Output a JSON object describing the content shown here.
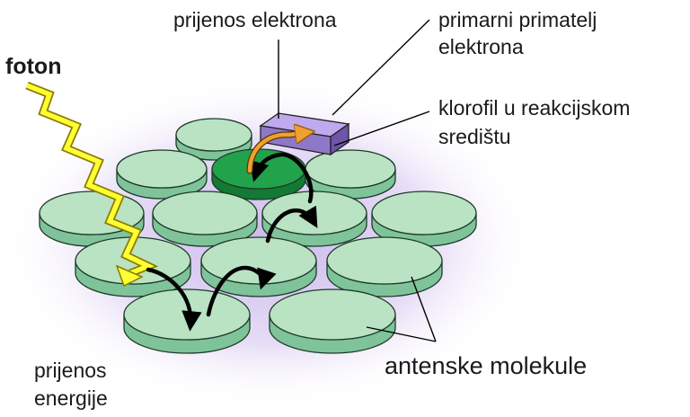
{
  "labels": {
    "foton": "foton",
    "electron_transfer": "prijenos elektrona",
    "primary_acceptor_line1": "primarni primatelj",
    "primary_acceptor_line2": "elektrona",
    "reaction_center_line1": "klorofil u reakcijskom",
    "reaction_center_line2": "središtu",
    "energy_transfer_line1": "prijenos",
    "energy_transfer_line2": "energije",
    "antenna_molecules": "antenske molekule"
  },
  "colors": {
    "antenna_top": "#b9e3c3",
    "antenna_side": "#7fc39a",
    "reaction_center_top": "#22a24a",
    "reaction_center_side": "#137a34",
    "acceptor_top": "#b09ae0",
    "acceptor_side": "#7c63b5",
    "halo": "#d8c8ef",
    "photon": "#ffff33",
    "photon_outline": "#b8a800",
    "electron_arrow": "#f0a030",
    "energy_arrow": "#000000"
  }
}
